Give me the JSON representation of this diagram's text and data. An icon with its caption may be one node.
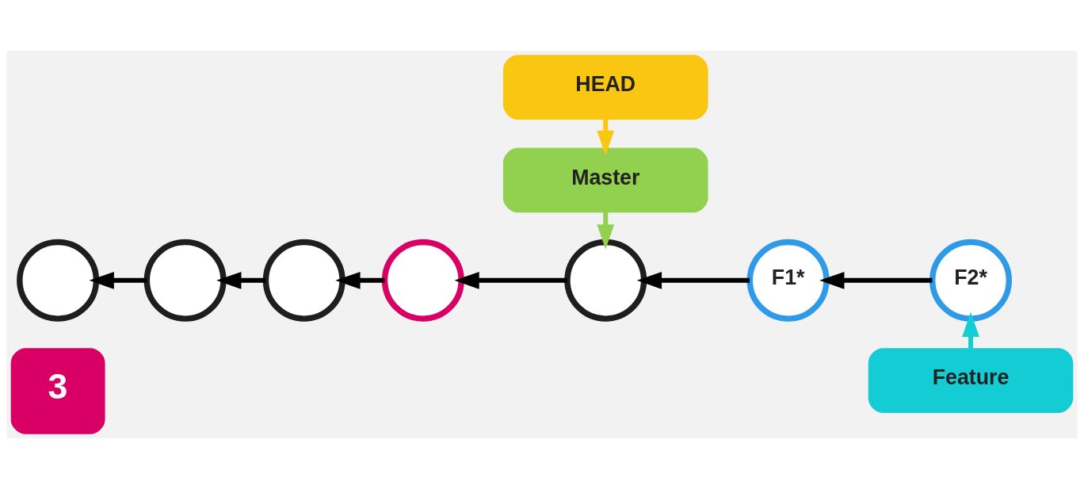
{
  "diagram": {
    "nodes": [
      {
        "text": [
          "3"
        ]
      },
      {
        "text": [
          "HEAD"
        ]
      },
      {
        "text": [
          "Master"
        ]
      },
      {
        "text": [],
        "shape": "circle"
      },
      {
        "text": [],
        "shape": "circle"
      },
      {
        "text": [],
        "shape": "circle"
      },
      {
        "text": [],
        "shape": "circle"
      },
      {
        "text": [],
        "shape": "circle"
      },
      {
        "text": [
          "F1*"
        ]
      },
      {
        "text": [
          "F2*"
        ]
      },
      {
        "text": [
          "Feature"
        ]
      }
    ],
    "edges": [
      {
        "from": 1,
        "to": 2,
        "arrow": "to",
        "color": "#f9c612"
      },
      {
        "from": 2,
        "to": 7,
        "arrow": "to",
        "color": "#92d050"
      },
      {
        "from": 4,
        "to": 3,
        "arrow": "to"
      },
      {
        "from": 5,
        "to": 4,
        "arrow": "to"
      },
      {
        "from": 6,
        "to": 5,
        "arrow": "to"
      },
      {
        "from": 7,
        "to": 6,
        "arrow": "to"
      },
      {
        "from": 8,
        "to": 7,
        "arrow": "to"
      },
      {
        "from": 9,
        "to": 8,
        "arrow": "to"
      },
      {
        "from": 10,
        "to": 9,
        "arrow": "to",
        "color": "#14cdd4"
      }
    ]
  }
}
